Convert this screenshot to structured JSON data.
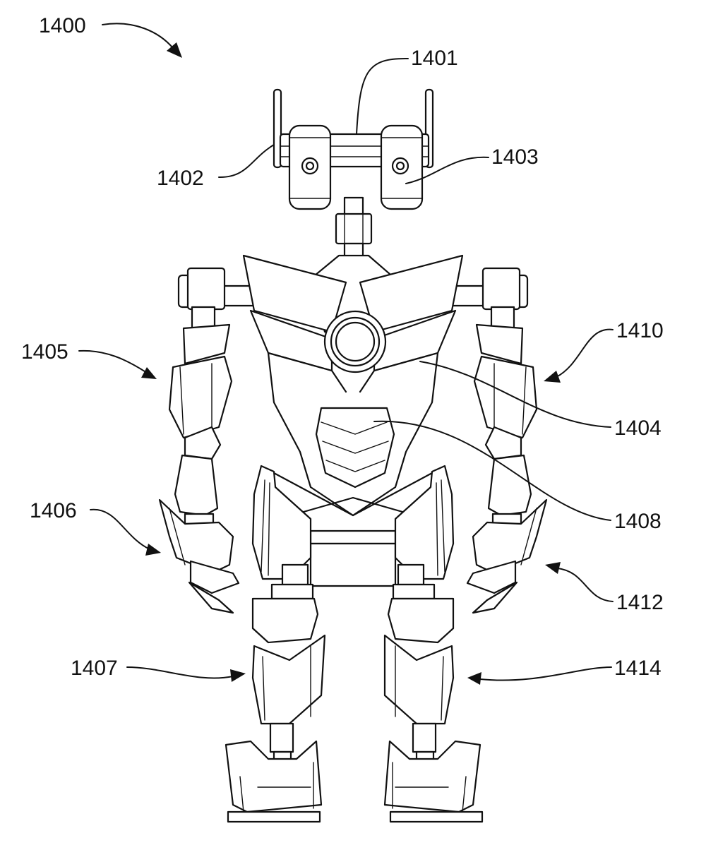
{
  "labels": {
    "l1400": "1400",
    "l1401": "1401",
    "l1402": "1402",
    "l1403": "1403",
    "l1404": "1404",
    "l1405": "1405",
    "l1406": "1406",
    "l1407": "1407",
    "l1408": "1408",
    "l1410": "1410",
    "l1412": "1412",
    "l1414": "1414"
  }
}
